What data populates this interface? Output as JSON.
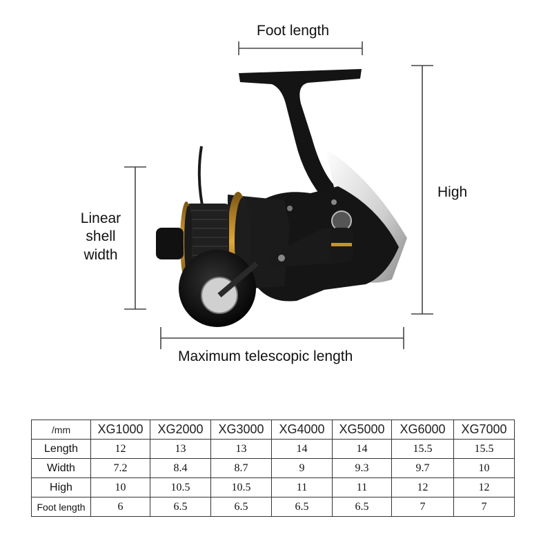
{
  "labels": {
    "foot_length": "Foot length",
    "high": "High",
    "linear_shell_width": [
      "Linear",
      "shell",
      "width"
    ],
    "max_telescopic_length": "Maximum telescopic length"
  },
  "table": {
    "unit": "/mm",
    "models": [
      "XG1000",
      "XG2000",
      "XG3000",
      "XG4000",
      "XG5000",
      "XG6000",
      "XG7000"
    ],
    "rows": [
      {
        "label": "Length",
        "values": [
          "12",
          "13",
          "13",
          "14",
          "14",
          "15.5",
          "15.5"
        ]
      },
      {
        "label": "Width",
        "values": [
          "7.2",
          "8.4",
          "8.7",
          "9",
          "9.3",
          "9.7",
          "10"
        ]
      },
      {
        "label": "High",
        "values": [
          "10",
          "10.5",
          "10.5",
          "11",
          "11",
          "12",
          "12"
        ]
      },
      {
        "label": "Foot length",
        "values": [
          "6",
          "6.5",
          "6.5",
          "6.5",
          "6.5",
          "7",
          "7"
        ]
      }
    ]
  },
  "colors": {
    "reel_body": "#151515",
    "gold_accent": "#c8922a",
    "silver_panel": "#d6d6d6",
    "dimension_line": "#444444"
  }
}
